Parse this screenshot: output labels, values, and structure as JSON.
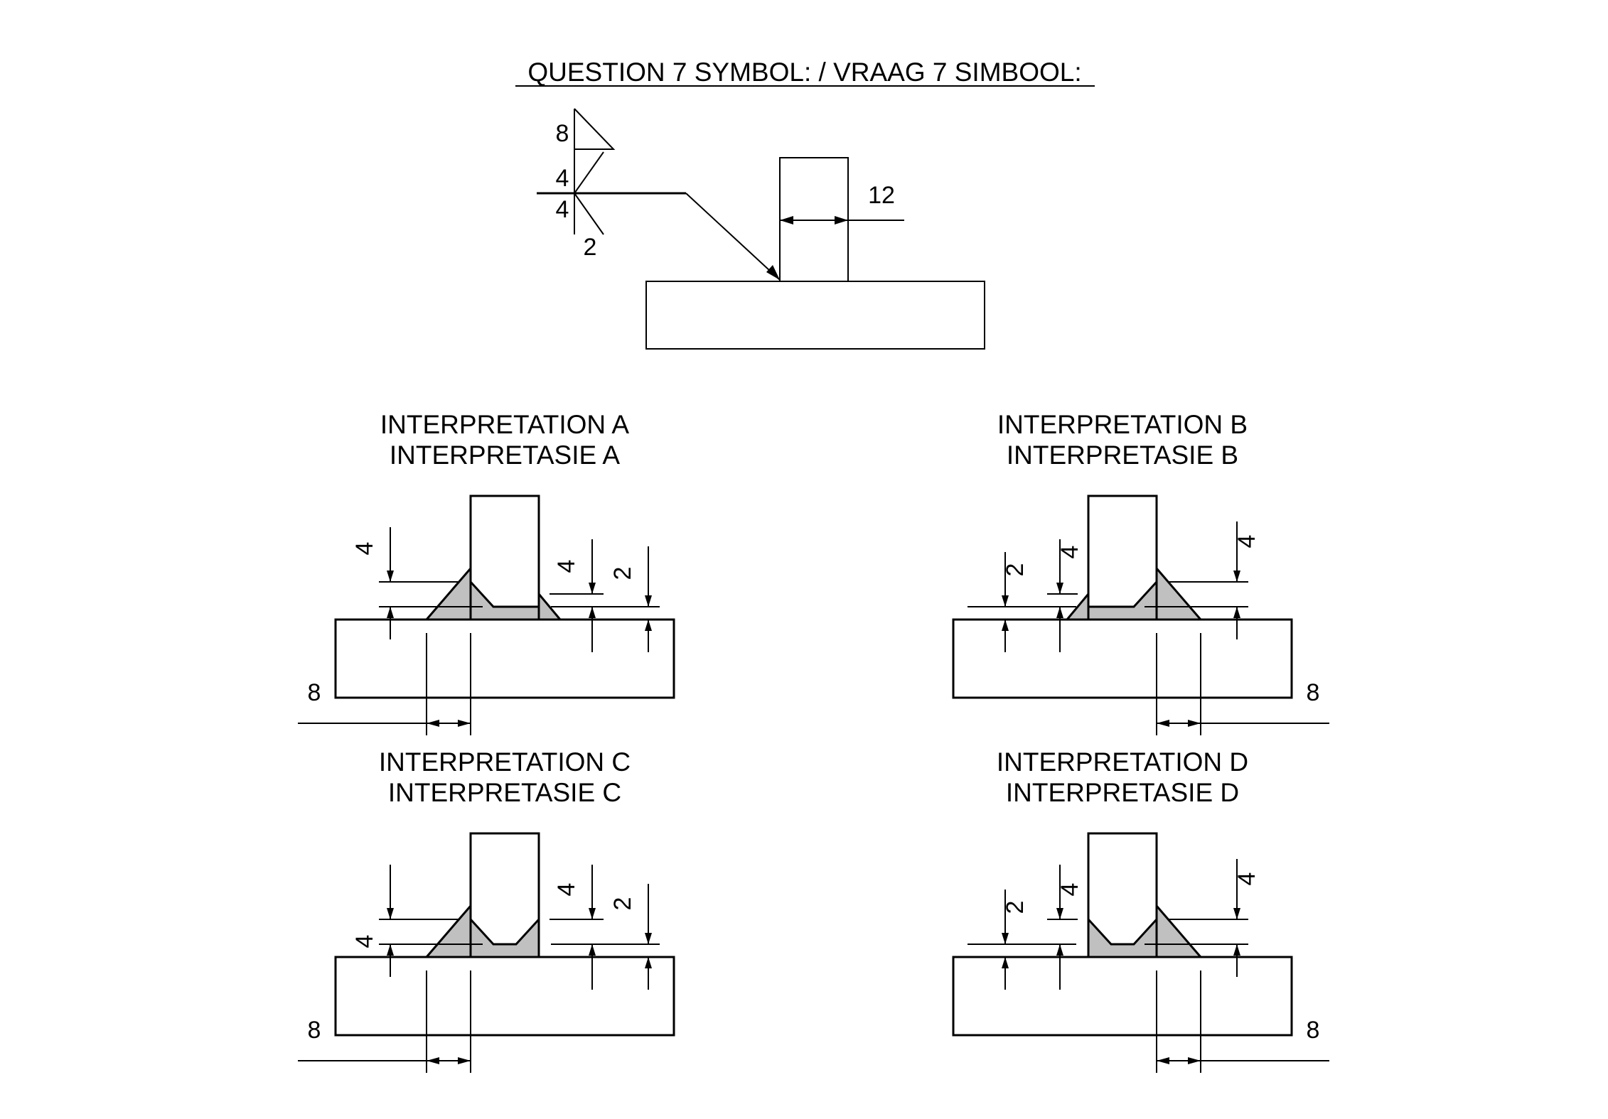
{
  "title": "QUESTION 7 SYMBOL: / VRAAG 7 SIMBOOL:",
  "symbol": {
    "fillet_size": "8",
    "bevel_depth_arrow_side": "4",
    "bevel_depth_other_side": "4",
    "root_gap": "2",
    "stem_thickness": "12"
  },
  "interpretations": [
    {
      "id": "A",
      "title_en": "INTERPRETATION A",
      "title_af": "INTERPRETASIE A",
      "dims": {
        "left_depth": "4",
        "right_depth": "4",
        "gap": "2",
        "fillet": "8"
      }
    },
    {
      "id": "B",
      "title_en": "INTERPRETATION B",
      "title_af": "INTERPRETASIE B",
      "dims": {
        "left_gap": "2",
        "left_depth": "4",
        "right_depth": "4",
        "fillet": "8"
      }
    },
    {
      "id": "C",
      "title_en": "INTERPRETATION C",
      "title_af": "INTERPRETASIE C",
      "dims": {
        "left_depth": "4",
        "right_depth": "4",
        "gap": "2",
        "fillet": "8"
      }
    },
    {
      "id": "D",
      "title_en": "INTERPRETATION D",
      "title_af": "INTERPRETASIE D",
      "dims": {
        "left_gap": "2",
        "left_depth": "4",
        "right_depth": "4",
        "fillet": "8"
      }
    }
  ],
  "colors": {
    "weld_fill": "#c0c0c0",
    "line": "#000000"
  }
}
